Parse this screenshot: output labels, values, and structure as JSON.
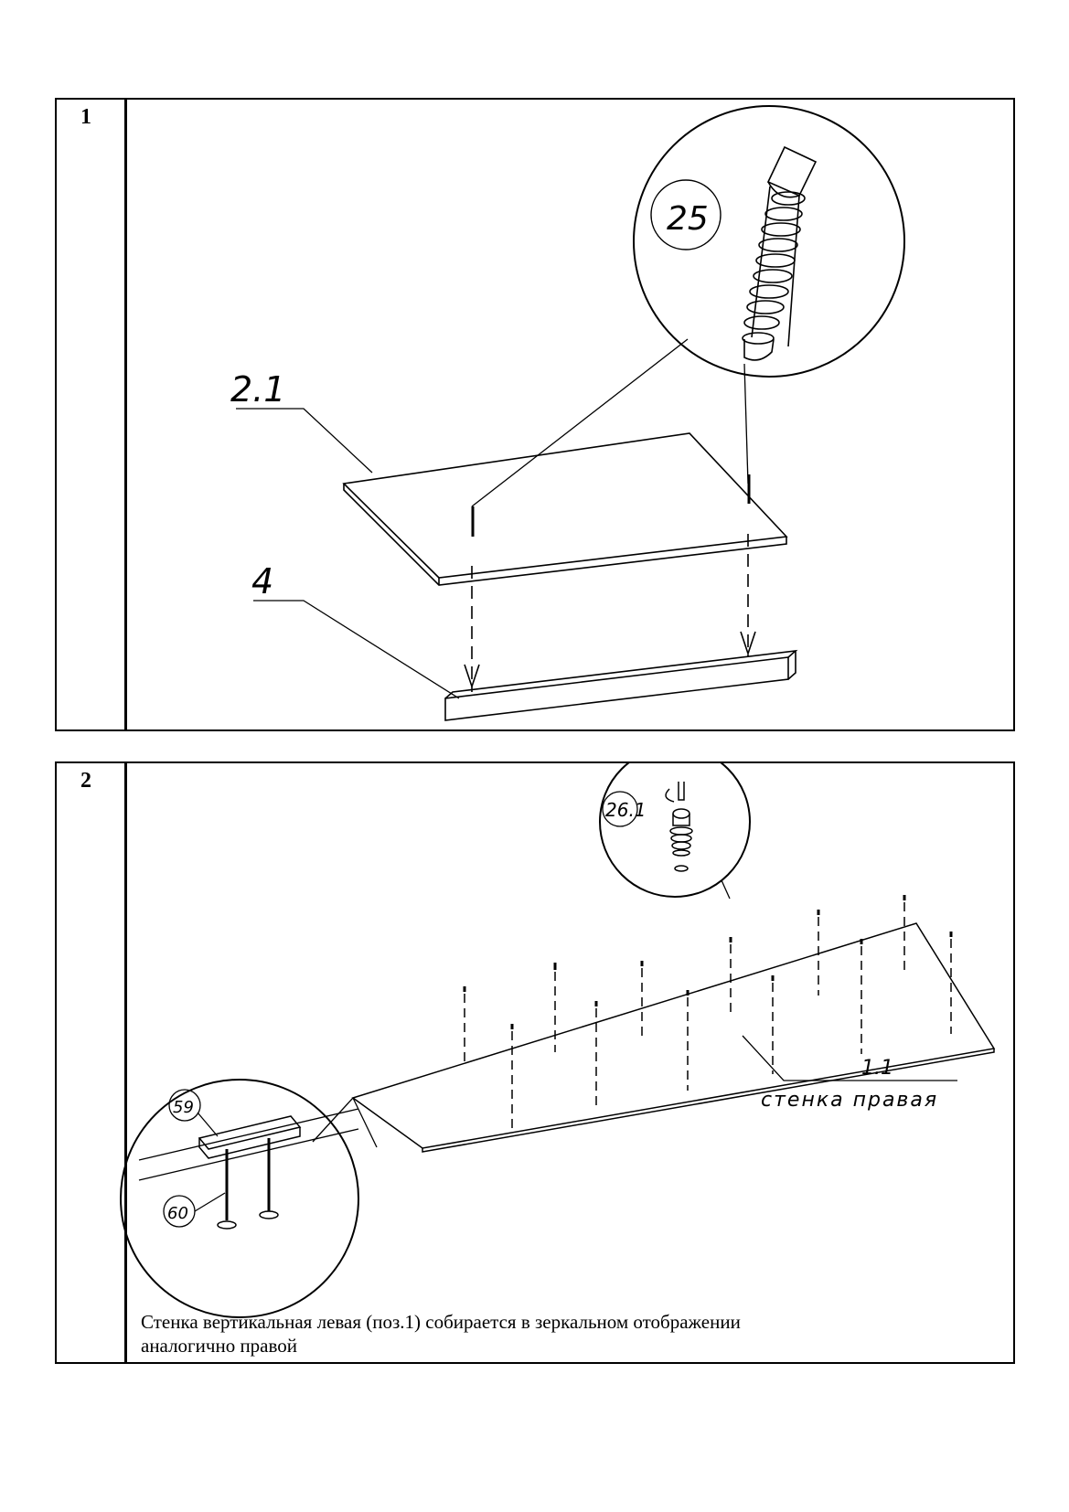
{
  "steps": [
    {
      "number": "1",
      "labels": {
        "top_panel": "2.1",
        "bottom_rail": "4",
        "confirmat": "25"
      }
    },
    {
      "number": "2",
      "labels": {
        "eccentric": "26.1",
        "panel_number": "1.1",
        "panel_name": "стенка правая",
        "bracket": "59",
        "screw": "60"
      },
      "caption_line1": "Стенка вертикальная левая (поз.1) собирается в зеркальном отображении",
      "caption_line2": "аналогично правой"
    }
  ]
}
